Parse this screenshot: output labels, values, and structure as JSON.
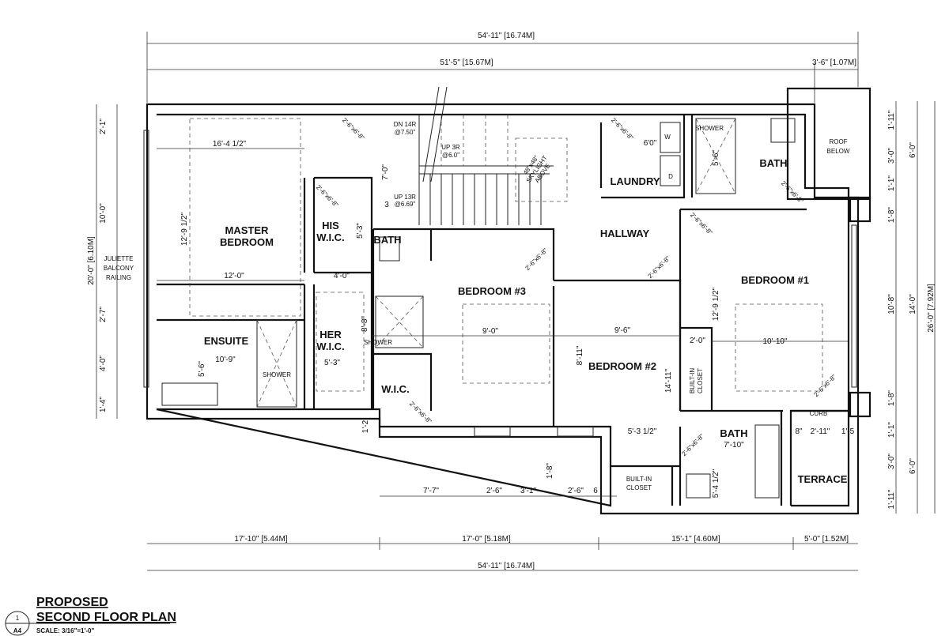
{
  "dimensions": {
    "top_overall": "54'-11\" [16.74M]",
    "top_main": "51'-5\" [15.67M]",
    "top_right": "3'-6\" [1.07M]",
    "bottom": [
      "17'-10\" [5.44M]",
      "17'-0\" [5.18M]",
      "15'-1\" [4.60M]",
      "5'-0\" [1.52M]"
    ],
    "bottom_overall": "54'-11\" [16.74M]",
    "bottom_inner": [
      "7'-7\"",
      "2'-6\"",
      "3'-1\"",
      "2'-6\"",
      "6",
      "1'-8\""
    ],
    "left": [
      "2'-1\"",
      "10'-0\"",
      "2'-7\"",
      "4'-0\"",
      "1'-4\""
    ],
    "left_overall": "20'-0\" [6.10M]",
    "left_small": "1'-2",
    "right_inner": [
      "1'-11\"",
      "3'-0\"",
      "1'-1\"",
      "1'-8\"",
      "10'-8\"",
      "1'-8\"",
      "1'-1\"",
      "3'-0\"",
      "1'-11\""
    ],
    "right_mid": [
      "6'-0\"",
      "14'-0\"",
      "6'-0\""
    ],
    "right_overall": "26'-0\" [7.92M]"
  },
  "rooms": {
    "master_bedroom": [
      "MASTER",
      "BEDROOM"
    ],
    "his_wic": [
      "HIS",
      "W.I.C."
    ],
    "her_wic": [
      "HER",
      "W.I.C."
    ],
    "ensuite": "ENSUITE",
    "ensuite_shower": "SHOWER",
    "bath_hall": "BATH",
    "bath_hall_shower": "SHOWER",
    "wic": "W.I.C.",
    "bedroom3": "BEDROOM #3",
    "hallway": "HALLWAY",
    "laundry": "LAUNDRY",
    "bath_top_shower": "SHOWER",
    "bath_top": "BATH",
    "roof_below": [
      "ROOF",
      "BELOW"
    ],
    "bedroom1": "BEDROOM #1",
    "bedroom2": "BEDROOM #2",
    "built_in_closet_1": [
      "BUILT-IN",
      "CLOSET"
    ],
    "built_in_closet_2": [
      "BUILT-IN",
      "CLOSET"
    ],
    "bath_bottom": "BATH",
    "bath_bottom_dim": "7'-10\"",
    "terrace": "TERRACE",
    "curb": "CURB",
    "juliette": [
      "JULIETTE",
      "BALCONY",
      "RAILING"
    ],
    "washer": "W",
    "dryer": "D"
  },
  "interior_dims": {
    "master_width": "16'-4 1/2\"",
    "master_depth": "12'-9 1/2\"",
    "master_12": "12'-0\"",
    "wic_4": "4'-0\"",
    "ensuite_w": "10'-9\"",
    "ensuite_d": "5'-6\"",
    "his_wic_d": "5'-3\"",
    "her_wic_d": "8'-8\"",
    "her_wic_w": "5'-3\"",
    "bed3_w": "9'-0\"",
    "bed2_w": "9'-6\"",
    "bed2_d": "8'-11\"",
    "bed2_d2": "14'-11\"",
    "bed1_d": "12'-9 1/2\"",
    "closet_w": "2'-0\"",
    "bed1_w": "10'-10\"",
    "closet2_w": "5'-3 1/2\"",
    "bath_b_d": "5'-4 1/2\"",
    "terrace_dims": [
      "8\"",
      "2'-11\"",
      "1'-5"
    ],
    "stair_d": "7'-0\"",
    "stair_3": "3",
    "shower_d": "5'-6\"",
    "laundry_door": "6'0\""
  },
  "stairs": {
    "dn": [
      "DN 14R",
      "@7.50\""
    ],
    "up1": [
      "UP 3R",
      "@6.0\""
    ],
    "up2": [
      "UP 13R",
      "@6.69\""
    ],
    "skylight": [
      "48\"x48\"",
      "SKYLIGHT",
      "ABOVE"
    ]
  },
  "door_tag": "2'-6\"x6'-8\"",
  "title": {
    "line1": "PROPOSED",
    "line2": "SECOND FLOOR PLAN",
    "scale": "SCALE: 3/16\"=1'-0\"",
    "detail_number": "1",
    "sheet": "A4"
  }
}
